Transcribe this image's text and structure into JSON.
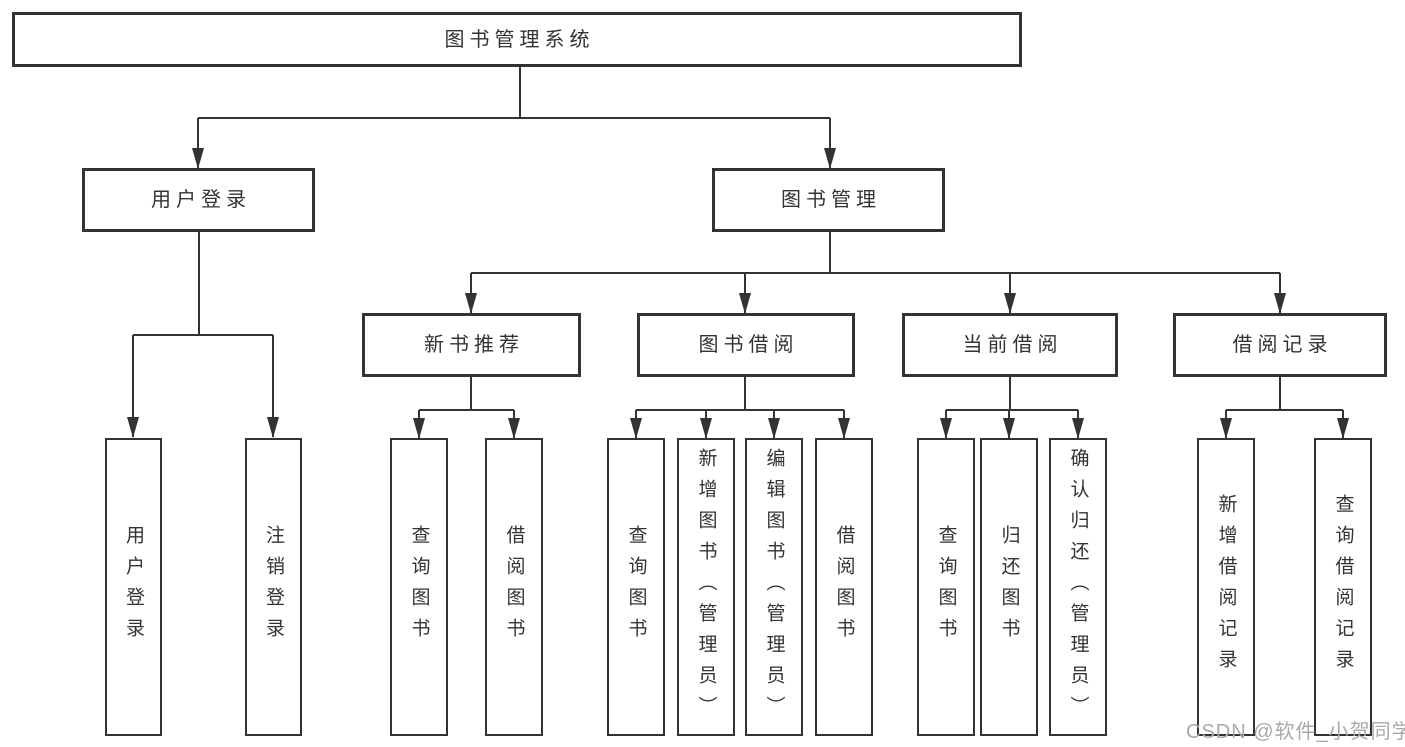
{
  "diagram": {
    "title": "图书管理系统",
    "nodes": {
      "root": {
        "label": "图书管理系统"
      },
      "l2": [
        {
          "label": "用户登录"
        },
        {
          "label": "图书管理"
        }
      ],
      "l3": [
        {
          "label": "新书推荐"
        },
        {
          "label": "图书借阅"
        },
        {
          "label": "当前借阅"
        },
        {
          "label": "借阅记录"
        }
      ],
      "leaves": [
        {
          "label": "用户登录"
        },
        {
          "label": "注销登录"
        },
        {
          "label": "查询图书"
        },
        {
          "label": "借阅图书"
        },
        {
          "label": "查询图书"
        },
        {
          "label": "新增图书（管理员）"
        },
        {
          "label": "编辑图书（管理员）"
        },
        {
          "label": "借阅图书"
        },
        {
          "label": "查询图书"
        },
        {
          "label": "归还图书"
        },
        {
          "label": "确认归还（管理员）"
        },
        {
          "label": "新增借阅记录"
        },
        {
          "label": "查询借阅记录"
        }
      ]
    },
    "edges": [
      [
        "图书管理系统",
        "用户登录"
      ],
      [
        "图书管理系统",
        "图书管理"
      ],
      [
        "用户登录",
        "用户登录(叶)"
      ],
      [
        "用户登录",
        "注销登录"
      ],
      [
        "图书管理",
        "新书推荐"
      ],
      [
        "图书管理",
        "图书借阅"
      ],
      [
        "图书管理",
        "当前借阅"
      ],
      [
        "图书管理",
        "借阅记录"
      ],
      [
        "新书推荐",
        "查询图书"
      ],
      [
        "新书推荐",
        "借阅图书"
      ],
      [
        "图书借阅",
        "查询图书"
      ],
      [
        "图书借阅",
        "新增图书（管理员）"
      ],
      [
        "图书借阅",
        "编辑图书（管理员）"
      ],
      [
        "图书借阅",
        "借阅图书"
      ],
      [
        "当前借阅",
        "查询图书"
      ],
      [
        "当前借阅",
        "归还图书"
      ],
      [
        "当前借阅",
        "确认归还（管理员）"
      ],
      [
        "借阅记录",
        "新增借阅记录"
      ],
      [
        "借阅记录",
        "查询借阅记录"
      ]
    ],
    "watermark": "CSDN @软件_小贺同学",
    "colors": {
      "line": "#333333",
      "box_border": "#333333",
      "box_background": "#ffffff",
      "text": "#333333",
      "watermark": "#a9a9a9",
      "background": "#ffffff"
    }
  }
}
